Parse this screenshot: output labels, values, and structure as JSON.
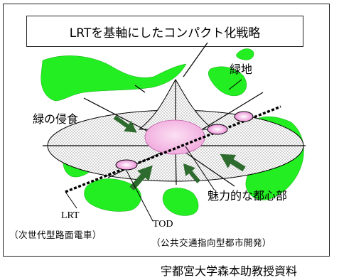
{
  "title": "LRTを基軸にしたコンパクト化戦略",
  "labels": {
    "green_space": "緑地",
    "green_encroachment": "緑の侵食",
    "city_center": "魅力的な都心部",
    "lrt": "LRT",
    "lrt_desc": "（次世代型路面電車）",
    "tod": "TOD",
    "tod_desc": "（公共交通指向型都市開発）"
  },
  "source": "宇都宮大学森本助教授資料",
  "colors": {
    "green": "#22ee22",
    "center_pink": "#f0a6dc",
    "station_pink": "#e87ad0",
    "arrow_green": "#2e6b2e",
    "hatch": "#8f8f8f"
  }
}
